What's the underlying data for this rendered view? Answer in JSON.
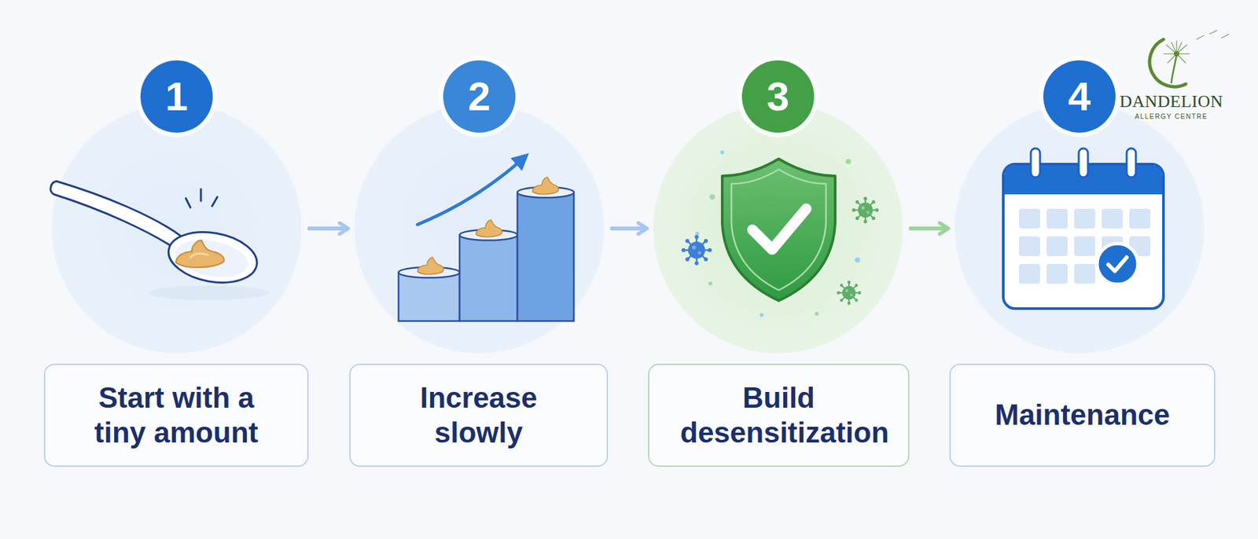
{
  "diagram": {
    "nodes": [
      {
        "text": [
          "1"
        ]
      },
      {
        "text": [
          "Start with a tiny amount"
        ]
      },
      {
        "text": [
          "2"
        ]
      },
      {
        "text": [
          "Increase slowly"
        ]
      },
      {
        "text": [
          "3"
        ]
      },
      {
        "text": [
          "Build desensitization"
        ]
      },
      {
        "text": [
          "4"
        ]
      },
      {
        "text": [
          "Maintenance"
        ]
      }
    ],
    "edges": [
      {
        "from": 0,
        "to": 2,
        "arrow": "to"
      },
      {
        "from": 2,
        "to": 4,
        "arrow": "to"
      },
      {
        "from": 4,
        "to": 6,
        "arrow": "to"
      }
    ],
    "labels": [
      "DANDELION",
      "ALLERGY CENTRE"
    ]
  }
}
